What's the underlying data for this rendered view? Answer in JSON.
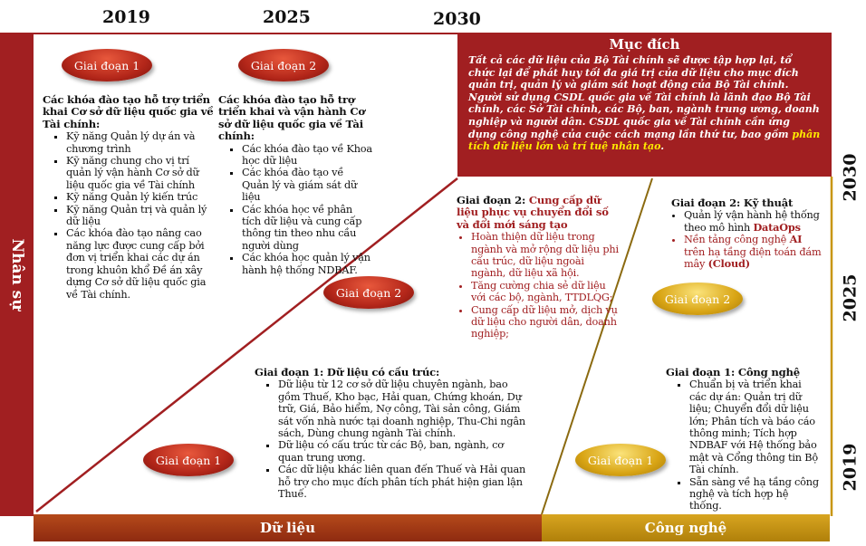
{
  "years_top": [
    "2019",
    "2025",
    "2030"
  ],
  "years_right": [
    "2030",
    "2025",
    "2019"
  ],
  "left_label": "Nhân sự",
  "bottom": {
    "data_label": "Dữ liệu",
    "tech_label": "Công nghệ"
  },
  "phases": {
    "p1": "Giai đoạn 1",
    "p2": "Giai đoạn 2"
  },
  "purpose": {
    "title": "Mục đích",
    "body": "Tất cả các dữ liệu của Bộ Tài chính sẽ được tập hợp lại, tổ chức lại để phát huy tối đa giá trị của dữ liệu cho mục đích quản trị, quản lý và giám sát hoạt động của Bộ Tài chính. Người sử dụng CSDL quốc gia về Tài chính là lãnh đạo Bộ Tài chính, các Sở Tài chính, các Bộ, ban, ngành trung ương, doanh nghiệp và người dân. CSDL quốc gia về Tài chính cần ứng dụng công nghệ của cuộc cách mạng lần thứ tư, bao gồm ",
    "highlight": "phân tích dữ liệu lớn và trí tuệ nhân tạo",
    "end": "."
  },
  "hr1": {
    "title": "Các khóa đào tạo hỗ trợ triển khai Cơ sở dữ liệu quốc gia về Tài chính:",
    "items": [
      "Kỹ năng Quản lý dự án và chương trình",
      "Kỹ năng chung cho vị trí quản lý vận hành Cơ sở dữ liệu quốc gia về Tài chính",
      "Kỹ năng Quản lý kiến trúc",
      "Kỹ năng Quản trị và quản lý dữ liệu",
      "Các khóa đào tạo nâng cao năng lực được cung cấp bởi đơn vị triển khai các dự án trong khuôn khổ Đề án xây dựng Cơ sở dữ liệu quốc gia về Tài chính."
    ]
  },
  "hr2": {
    "title": "Các khóa đào tạo hỗ trợ triển khai và vận hành Cơ sở dữ liệu quốc gia về Tài chính:",
    "items": [
      "Các khóa đào tạo về Khoa học dữ liệu",
      "Các khóa đào tạo về Quản lý và giám sát dữ liệu",
      "Các khóa học về phân tích dữ liệu và cung cấp thông tin theo nhu cầu người dùng",
      "Các khóa học quản lý vận hành hệ thống NDBAF."
    ]
  },
  "data2": {
    "prefix": "Giai đoạn 2: ",
    "title": "Cung cấp dữ liệu phục vụ  chuyển đổi số và đổi mới sáng tạo",
    "items": [
      "Hoàn thiện dữ liệu trong ngành và mở rộng dữ liệu phi cấu trúc, dữ liệu ngoài ngành, dữ liệu xã hội.",
      "Tăng cường chia sẻ dữ liệu với các bộ, ngành, TTDLQG;",
      "Cung cấp dữ liệu mở, dịch vụ dữ liệu cho người dân, doanh nghiệp;"
    ]
  },
  "data1": {
    "title": "Giai đoạn 1: Dữ liệu có cấu trúc:",
    "items": [
      "Dữ liệu từ 12 cơ sở dữ liệu chuyên ngành, bao gồm Thuế, Kho bạc, Hải quan, Chứng khoán, Dự trữ, Giá, Bảo hiểm, Nợ công, Tài sản công, Giám sát vốn nhà nước tại doanh nghiệp, Thu-Chi ngân sách, Dùng chung ngành Tài chính.",
      "Dữ liệu có cấu trúc từ các Bộ, ban, ngành, cơ quan trung ương.",
      "Các dữ liệu khác liên quan đến Thuế và Hải quan hỗ trợ cho mục đích phân tích phát hiện gian lận Thuế."
    ]
  },
  "tech2": {
    "title": "Giai đoạn 2: Kỹ thuật",
    "i1a": "Quản lý vận hành hệ thống theo mô hình ",
    "i1b": "DataOps",
    "i2a": "Nền tảng công nghệ  ",
    "i2b": "AI",
    "i2c": " trên hạ tầng điện toán đám mây ",
    "i2d": "(Cloud)"
  },
  "tech1": {
    "title": "Giai đoạn 1: Công nghệ",
    "items": [
      "Chuẩn bị và triển khai các dự án: Quản trị dữ liệu; Chuyển đổi dữ liệu lớn; Phân tích và báo cáo thông minh; Tích hợp NDBAF với Hệ thống bảo mật và Cổng thông tin Bộ Tài chính.",
      "Sẵn sàng về hạ tầng công nghệ và tích hợp hệ thống."
    ]
  }
}
